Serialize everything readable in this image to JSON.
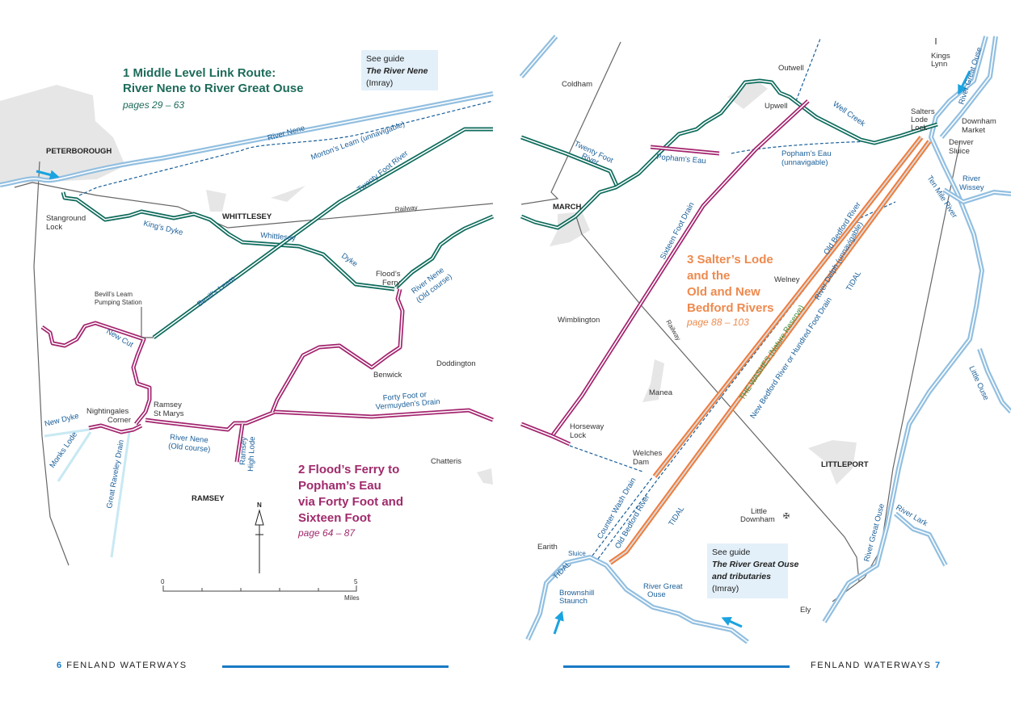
{
  "left_page": {
    "heading": {
      "line1": "1  Middle Level Link Route:",
      "line2": "River Nene to River Great Ouse",
      "pages": "pages 29 – 63"
    },
    "heading2": {
      "line1": "2  Flood’s Ferry to",
      "line2": "Popham’s Eau",
      "line3": "via Forty Foot and",
      "line4": "Sixteen Foot",
      "pages": "page 64 – 87"
    },
    "guide": {
      "line1": "See guide",
      "title": "The River Nene",
      "publisher": "(Imray)"
    },
    "labels": {
      "peterborough": "PETERBOROUGH",
      "river_nene": "River Nene",
      "mortons_leam": "Morton’s Leam (unnavigable)",
      "twenty_foot": "Twenty Foot River",
      "railway": "Railway",
      "stanground1": "Stanground",
      "stanground2": "Lock",
      "kings_dyke": "King’s Dyke",
      "whittlesey": "WHITTLESEY",
      "whittlesey_dyke1": "Whittlesey",
      "whittlesey_dyke2": "Dyke",
      "floods1": "Flood’s",
      "floods2": "Ferry",
      "nene_old_a1": "River Nene",
      "nene_old_a2": "(Old course)",
      "bevills_leam": "Bevill’s Leam",
      "pumping1": "Bevill’s Leam",
      "pumping2": "Pumping Station",
      "new_cut": "New Cut",
      "benwick": "Benwick",
      "doddington": "Doddington",
      "chatteris": "Chatteris",
      "forty_foot1": "Forty Foot or",
      "forty_foot2": "Vermuyden’s Drain",
      "nightingales1": "Nightingales",
      "nightingales2": "Corner",
      "ramsey_st1": "Ramsey",
      "ramsey_st2": "St Marys",
      "new_dyke": "New Dyke",
      "monks_lode": "Monks Lode",
      "great_raveley": "Great Raveley Drain",
      "nene_old_b1": "River Nene",
      "nene_old_b2": "(Old course)",
      "high_lode1": "Ramsey",
      "high_lode2": "High Lode",
      "ramsey": "RAMSEY"
    },
    "scale": {
      "start": "0",
      "end": "5",
      "unit": "Miles"
    },
    "north": "N",
    "footer": {
      "page_number": "6",
      "title": "FENLAND WATERWAYS"
    }
  },
  "right_page": {
    "heading": {
      "line1": "3  Salter’s Lode",
      "line2": "and the",
      "line3": "Old and New",
      "line4": "Bedford Rivers",
      "pages": "page 88  – 103"
    },
    "guide": {
      "line1": "See guide",
      "title1": "The River Great Ouse",
      "title2": "and tributaries",
      "publisher": "(Imray)"
    },
    "labels": {
      "coldham": "Coldham",
      "outwell": "Outwell",
      "upwell": "Upwell",
      "kings_lynn1": "Kings",
      "kings_lynn2": "Lynn",
      "great_ouse_top": "River Great Ouse",
      "salters1": "Salters",
      "salters2": "Lode",
      "salters3": "Lock",
      "downham1": "Downham",
      "downham2": "Market",
      "denver1": "Denver",
      "denver2": "Sluice",
      "twenty_foot1": "Twenty Foot",
      "twenty_foot2": "River",
      "pophams": "Popham’s Eau",
      "pophams_un1": "Popham’s Eau",
      "pophams_un2": "(unnavigable)",
      "well_creek": "Well Creek",
      "wissey1": "River",
      "wissey2": "Wissey",
      "ten_mile": "Ten Mile River",
      "march": "MARCH",
      "sixteen_foot": "Sixteen Foot Drain",
      "welney": "Welney",
      "wimblington": "Wimblington",
      "railway": "Railway",
      "old_bedford": "Old Bedford River",
      "river_delph": "River Delph (unnavigable)",
      "tidal1": "TIDAL",
      "washes": "THE WASHES (Nature Reserve)",
      "new_bedford": "New Bedford River or Hundred Foot Drain",
      "manea": "Manea",
      "horseway1": "Horseway",
      "horseway2": "Lock",
      "welches1": "Welches",
      "welches2": "Dam",
      "littleport": "LITTLEPORT",
      "little_ouse": "Little Ouse",
      "great_ouse_low": "River Great Ouse",
      "lark": "River Lark",
      "tidal2": "TIDAL",
      "counter_wash": "Counter Wash Drain",
      "old_bedford2": "Old Bedford River",
      "little_downham1": "Little",
      "little_downham2": "Downham",
      "earith": "Earith",
      "sluice": "Sluice",
      "tidal3": "TIDAL",
      "brownshill1": "Brownshill",
      "brownshill2": "Staunch",
      "great_ouse_bot1": "River Great",
      "great_ouse_bot2": "Ouse",
      "ely": "Ely"
    },
    "footer": {
      "title": "FENLAND WATERWAYS",
      "page_number": "7"
    }
  },
  "colors": {
    "route1": "#0e6b5c",
    "route2": "#a3246e",
    "route3": "#f07c3c",
    "river": "#92bfe0",
    "label": "#1a5f99",
    "accent": "#1a7ac4"
  }
}
